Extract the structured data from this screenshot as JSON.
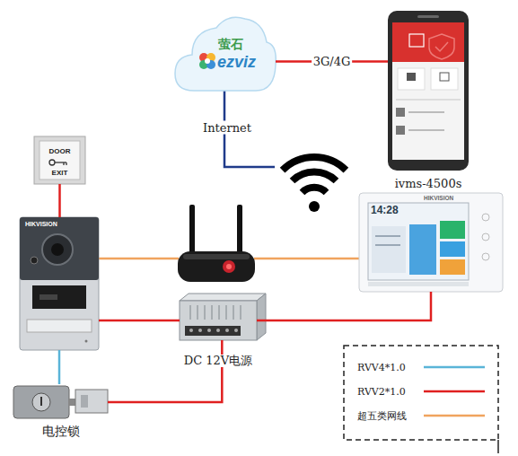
{
  "diagram": {
    "nodes": [
      {
        "text": [
          "萤石",
          "ezviz"
        ]
      },
      {
        "text": [
          "ivms-4500s"
        ]
      },
      {
        "text": [
          "DOOR EXIT"
        ]
      },
      {
        "text": [
          "14:28",
          "HIKVISION"
        ]
      },
      {
        "text": [
          "HIKVISION"
        ]
      },
      {
        "text": [
          "DC 12V电源"
        ]
      },
      {
        "text": [
          "电控锁"
        ]
      }
    ],
    "edges": [
      {
        "from": 0,
        "to": 1,
        "arrow": "none",
        "label": "3G/4G"
      },
      {
        "from": 2,
        "to": 4,
        "arrow": "none"
      },
      {
        "from": 4,
        "to": 5,
        "arrow": "none"
      },
      {
        "from": 3,
        "to": 5,
        "arrow": "none"
      },
      {
        "from": 4,
        "to": 6,
        "arrow": "none"
      },
      {
        "from": 5,
        "to": 6,
        "arrow": "none"
      }
    ],
    "labels": [
      "Internet"
    ],
    "legend": [
      {
        "text": "RVV4*1.0"
      },
      {
        "text": "RVV2*1.0"
      },
      {
        "text": "超五类网线"
      }
    ]
  }
}
